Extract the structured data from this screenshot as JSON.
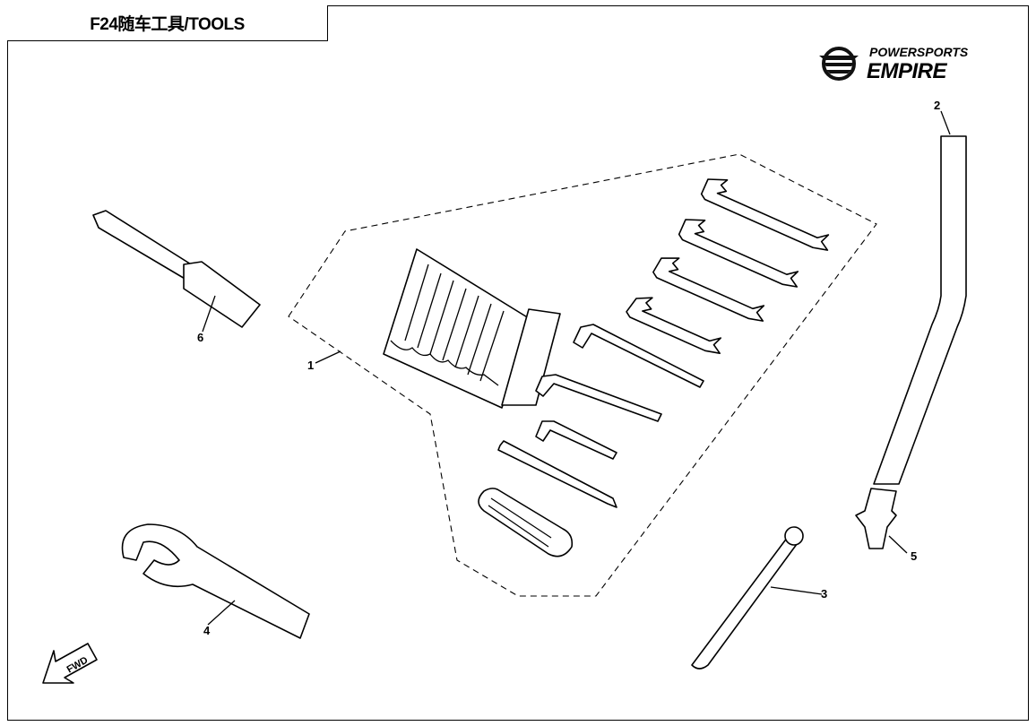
{
  "title": "F24随车工具/TOOLS",
  "logo": {
    "line1": "POWERSPORTS",
    "line2": "EMPIRE"
  },
  "watermark": "POWERSPORTS EMPIRE",
  "fwd_label": "FWD",
  "callouts": [
    "1",
    "2",
    "3",
    "4",
    "5",
    "6"
  ]
}
